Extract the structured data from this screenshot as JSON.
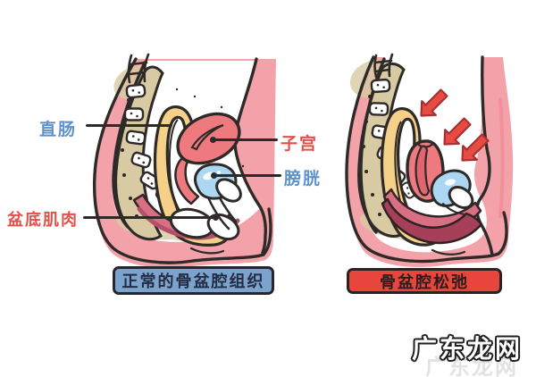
{
  "figure_left": {
    "caption": "正常的骨盆腔组织",
    "labels": {
      "rectum": "直肠",
      "uterus": "子宫",
      "bladder": "膀胱",
      "pelvic_floor": "盆底肌肉"
    }
  },
  "figure_right": {
    "caption": "骨盆腔松弛"
  },
  "watermark": {
    "text": "广东龙网",
    "ghost_text": "广东龙网"
  },
  "colors": {
    "label_blue": "#5e92cc",
    "label_red": "#e25048",
    "connector_black": "#2e2a28",
    "caption_left_bg": "#7ba3cc",
    "caption_left_text": "#232c42",
    "caption_right_bg": "#e8463c",
    "caption_right_text": "#2b1d1d",
    "body_pink": "#f3a2a9",
    "sacrum_tan": "#d8cba4",
    "rectum_yellow": "#f4d089",
    "uterus_red": "#ee7a80",
    "bladder_blue": "#abd7f3",
    "pelvic_floor_rose": "#d96f83",
    "pelvic_floor_maroon": "#a63f58",
    "arrow_red": "#e84b44",
    "outline_dark": "#2e2a28"
  }
}
